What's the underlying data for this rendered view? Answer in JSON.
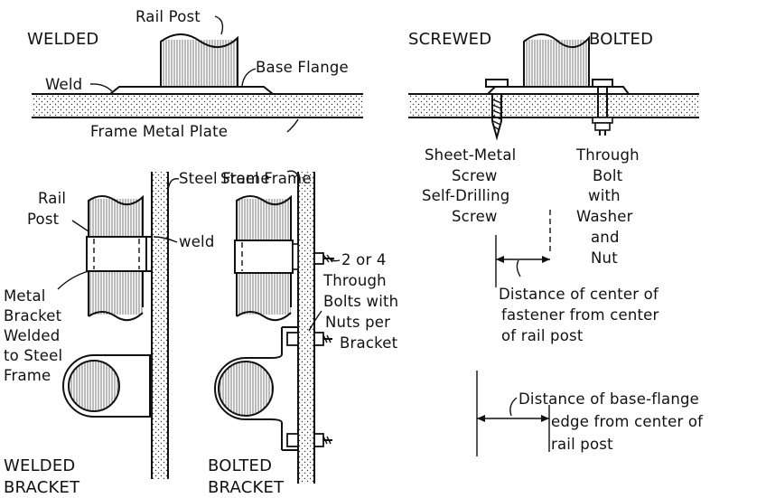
{
  "labels": {
    "welded": "WELDED",
    "rail_post_top": "Rail Post",
    "weld_top": "Weld",
    "base_flange": "Base Flange",
    "frame_metal_plate": "Frame Metal Plate",
    "screwed": "SCREWED",
    "bolted": "BOLTED",
    "sheet_metal": "Sheet-Metal",
    "screw": "Screw",
    "self_drilling": "Self-Drilling",
    "screw2": "Screw",
    "through": "Through",
    "bolt": "Bolt",
    "with": "with",
    "washer": "Washer",
    "and": "and",
    "nut": "Nut",
    "steel_frame1": "Steel Frame",
    "steel_frame2": "Steel Frame",
    "rail_side": "Rail",
    "post_side": "Post",
    "weld_side": "weld",
    "metal": "Metal",
    "bracket_word": "Bracket",
    "welded_word": "Welded",
    "to_steel": "to Steel",
    "frame_word": "Frame",
    "two_or_four": "2 or 4",
    "through2": "Through",
    "bolts_with": "Bolts with",
    "nuts_per": "Nuts per",
    "bracket2": "Bracket",
    "dist1_a": "Distance of center of",
    "dist1_b": "fastener from center",
    "dist1_c": "of rail post",
    "dist2_a": "Distance of base-flange",
    "dist2_b": "edge from center of",
    "dist2_c": "rail post",
    "welded_bracket_a": "WELDED",
    "welded_bracket_b": "BRACKET",
    "bolted_bracket_a": "BOLTED",
    "bolted_bracket_b": "BRACKET"
  }
}
